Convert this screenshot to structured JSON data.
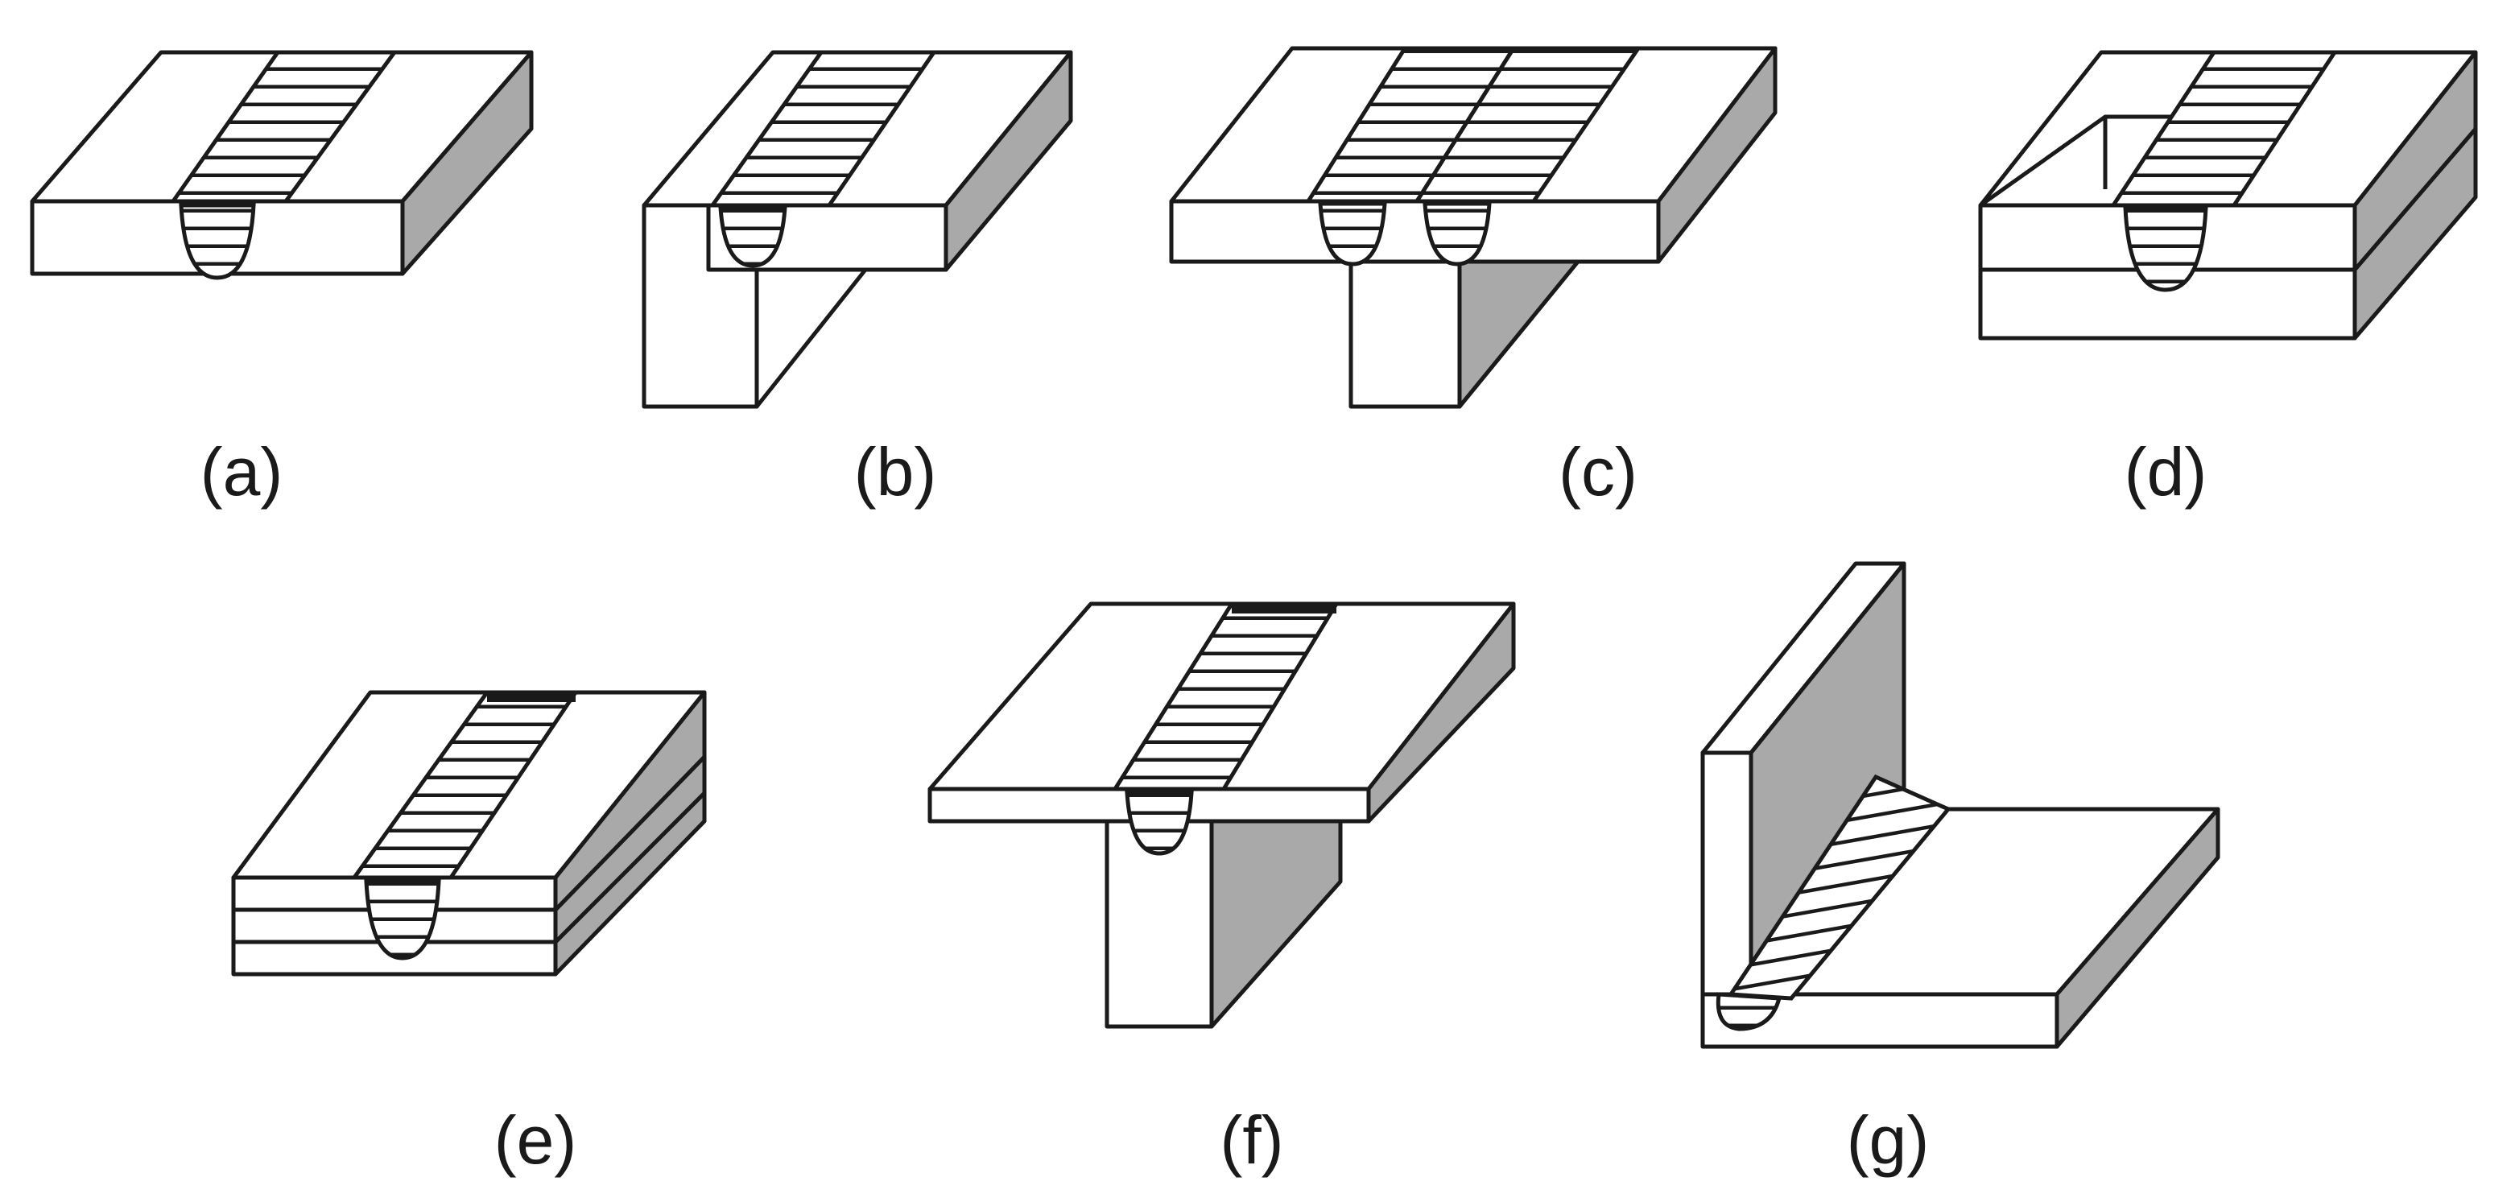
{
  "panels": [
    {
      "id": "a",
      "label": "(a)"
    },
    {
      "id": "b",
      "label": "(b)"
    },
    {
      "id": "c",
      "label": "(c)"
    },
    {
      "id": "d",
      "label": "(d)"
    },
    {
      "id": "e",
      "label": "(e)"
    },
    {
      "id": "f",
      "label": "(f)"
    },
    {
      "id": "g",
      "label": "(g)"
    }
  ],
  "colors": {
    "outline": "#1a1a1a",
    "shade": "#a9a9a9",
    "background": "#ffffff"
  }
}
